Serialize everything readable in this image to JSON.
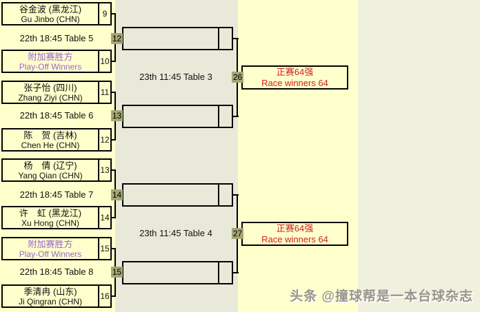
{
  "colors": {
    "page_bg": "#ffffcc",
    "round2_band": "#e9e9da",
    "right_band": "#f0f0de",
    "tag_bg": "#a6a673",
    "playoff_text": "#9966cc",
    "advance_text": "#cc2222",
    "line": "#000000"
  },
  "round1": {
    "groups": [
      {
        "a": {
          "cn": "谷金波 (黑龙江)",
          "en": "Gu Jinbo (CHN)",
          "seed": "9"
        },
        "schedule": "22th 18:45 Table 5",
        "winner_tag": "12",
        "b": {
          "cn": "附加赛胜方",
          "en": "Play-Off Winners",
          "seed": "10"
        }
      },
      {
        "a": {
          "cn": "张子怡 (四川)",
          "en": "Zhang Ziyi (CHN)",
          "seed": "11"
        },
        "schedule": "22th 18:45 Table 6",
        "winner_tag": "13",
        "b": {
          "cn": "陈　贺 (吉林)",
          "en": "Chen He (CHN)",
          "seed": "12"
        }
      },
      {
        "a": {
          "cn": "杨　倩 (辽宁)",
          "en": "Yang Qian (CHN)",
          "seed": "13"
        },
        "schedule": "22th 18:45 Table 7",
        "winner_tag": "14",
        "b": {
          "cn": "许　虹 (黑龙江)",
          "en": "Xu Hong (CHN)",
          "seed": "14"
        }
      },
      {
        "a": {
          "cn": "附加赛胜方",
          "en": "Play-Off Winners",
          "seed": "15"
        },
        "schedule": "22th 18:45 Table 8",
        "winner_tag": "15",
        "b": {
          "cn": "季清冉 (山东)",
          "en": "Ji Qingran (CHN)",
          "seed": "16"
        }
      }
    ]
  },
  "round2": {
    "matches": [
      {
        "label": "23th 11:45 Table 3",
        "winner_tag": "26"
      },
      {
        "label": "23th 11:45 Table 4",
        "winner_tag": "27"
      }
    ]
  },
  "round3": {
    "boxes": [
      {
        "cn": "正赛64强",
        "en": "Race winners 64"
      },
      {
        "cn": "正赛64强",
        "en": "Race winners 64"
      }
    ]
  },
  "watermark": "头条 @撞球帮是一本台球杂志"
}
